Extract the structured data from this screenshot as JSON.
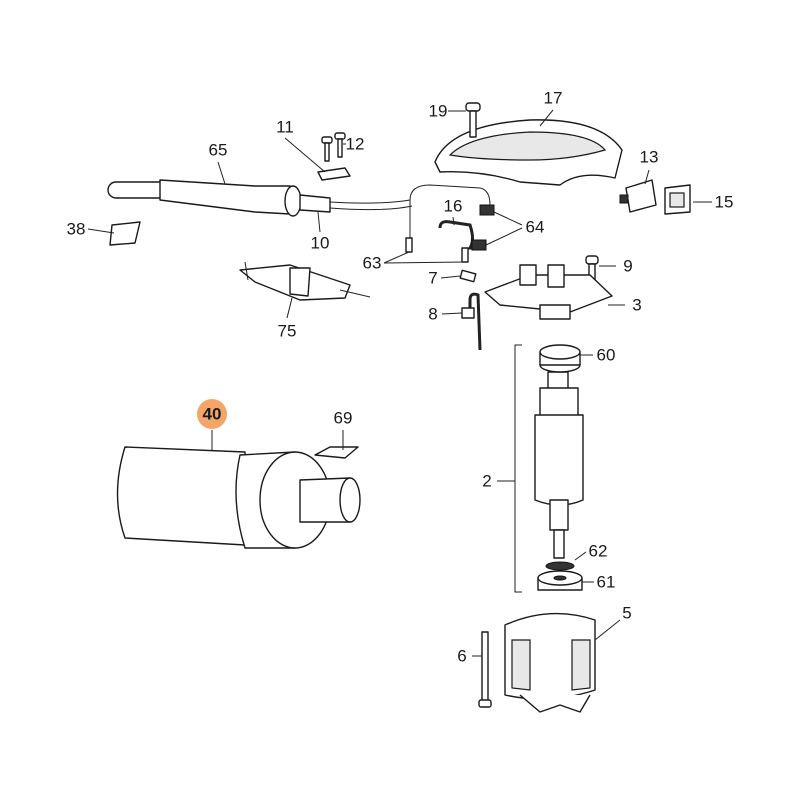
{
  "diagram": {
    "highlight_color": "#f4a56a",
    "callouts": [
      {
        "id": "19",
        "label": "19"
      },
      {
        "id": "17",
        "label": "17"
      },
      {
        "id": "11",
        "label": "11"
      },
      {
        "id": "12",
        "label": "12"
      },
      {
        "id": "65",
        "label": "65"
      },
      {
        "id": "13",
        "label": "13"
      },
      {
        "id": "15",
        "label": "15"
      },
      {
        "id": "38",
        "label": "38"
      },
      {
        "id": "10",
        "label": "10"
      },
      {
        "id": "16",
        "label": "16"
      },
      {
        "id": "64",
        "label": "64"
      },
      {
        "id": "63",
        "label": "63"
      },
      {
        "id": "7",
        "label": "7"
      },
      {
        "id": "9",
        "label": "9"
      },
      {
        "id": "3",
        "label": "3"
      },
      {
        "id": "8",
        "label": "8"
      },
      {
        "id": "75",
        "label": "75"
      },
      {
        "id": "60",
        "label": "60"
      },
      {
        "id": "40",
        "label": "40",
        "highlighted": true
      },
      {
        "id": "69",
        "label": "69"
      },
      {
        "id": "2",
        "label": "2"
      },
      {
        "id": "62",
        "label": "62"
      },
      {
        "id": "61",
        "label": "61"
      },
      {
        "id": "5",
        "label": "5"
      },
      {
        "id": "6",
        "label": "6"
      }
    ]
  }
}
